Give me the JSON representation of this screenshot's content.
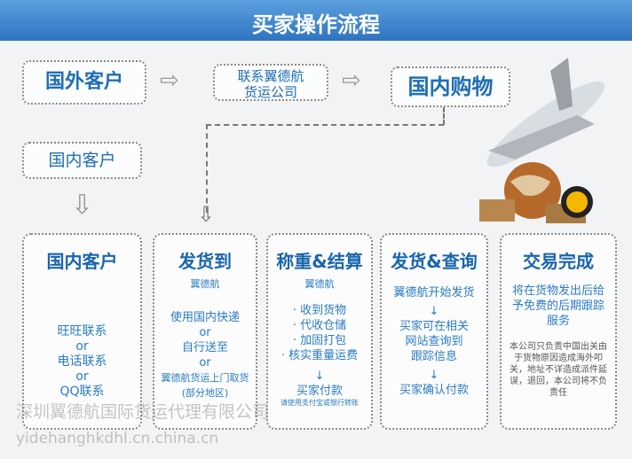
{
  "title": "买家操作流程",
  "top": {
    "foreign": "国外客户",
    "contact": "联系翼德航货运公司",
    "shop": "国内购物",
    "domestic": "国内客户"
  },
  "cards": [
    {
      "title": "国内客户",
      "lines": [
        "旺旺联系",
        "or",
        "电话联系",
        "or",
        "QQ联系"
      ]
    },
    {
      "title": "发货到",
      "sub": "翼德航",
      "lines": [
        "使用国内快递",
        "or",
        "自行送至",
        "or",
        "翼德航货运上门取货",
        "(部分地区)"
      ]
    },
    {
      "title": "称重&结算",
      "sub": "翼德航",
      "lines": [
        "· 收到货物",
        "· 代收仓储",
        "· 加固打包",
        "· 核实重量运费",
        "↓",
        "买家付款"
      ],
      "note": "请使用支付宝或银行转账"
    },
    {
      "title": "发货&查询",
      "lines": [
        "翼德航开始发货",
        "↓",
        "买家可在相关",
        "网站查询到",
        "跟踪信息",
        "↓",
        "买家确认付款"
      ]
    },
    {
      "title": "交易完成",
      "lines": [
        "将在货物发出后给",
        "予免费的后期跟踪",
        "服务"
      ],
      "note": "本公司只负责中国出关由于货物原因造成海外叩关，地址不详造成派件延误，退回，本公司将不负责任"
    }
  ],
  "watermark": {
    "company": "深圳翼德航国际货运代理有限公司",
    "url": "yidehanghkdhl.cn.china.cn"
  }
}
